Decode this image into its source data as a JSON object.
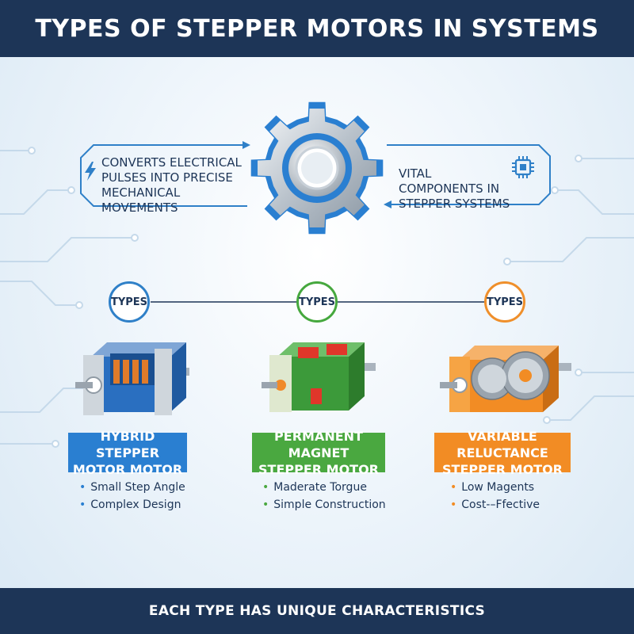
{
  "title": "TYPES OF STEPPER MOTORS IN SYSTEMS",
  "footer": "EACH TYPE HAS UNIQUE CHARACTERISTICS",
  "callouts": {
    "left": {
      "text": "CONVERTS ELECTRICAL PULSES INTO PRECISE MECHANICAL MOVEMENTS",
      "icon": "lightning-bolt-icon"
    },
    "right": {
      "text": "VITAL COMPONENTS IN STEPPER SYSTEMS",
      "icon": "microchip-icon"
    }
  },
  "center_icon": "gear-icon",
  "types": [
    {
      "badge": "TYPES",
      "name_line1": "HYBRID STEPPER",
      "name_line2": "MOTOR MOTOR",
      "color": "#2a7fd1",
      "bullets": [
        "Small Step Angle",
        "Complex Design"
      ]
    },
    {
      "badge": "TYPES",
      "name_line1": "PERMANENT MAGNET",
      "name_line2": "STEPPER MOTOR",
      "color": "#4aa840",
      "bullets": [
        "Maderate Torgue",
        "Simple Construction"
      ]
    },
    {
      "badge": "TYPES",
      "name_line1": "VARIABLE RELUCTANCE",
      "name_line2": "STEPPER MOTOR",
      "color": "#f28c24",
      "bullets": [
        "Low Magents",
        "Cost-–Ffective"
      ]
    }
  ],
  "colors": {
    "navy": "#1d3557",
    "blue": "#2a7fd1",
    "green": "#4aa840",
    "orange": "#f28c24"
  }
}
